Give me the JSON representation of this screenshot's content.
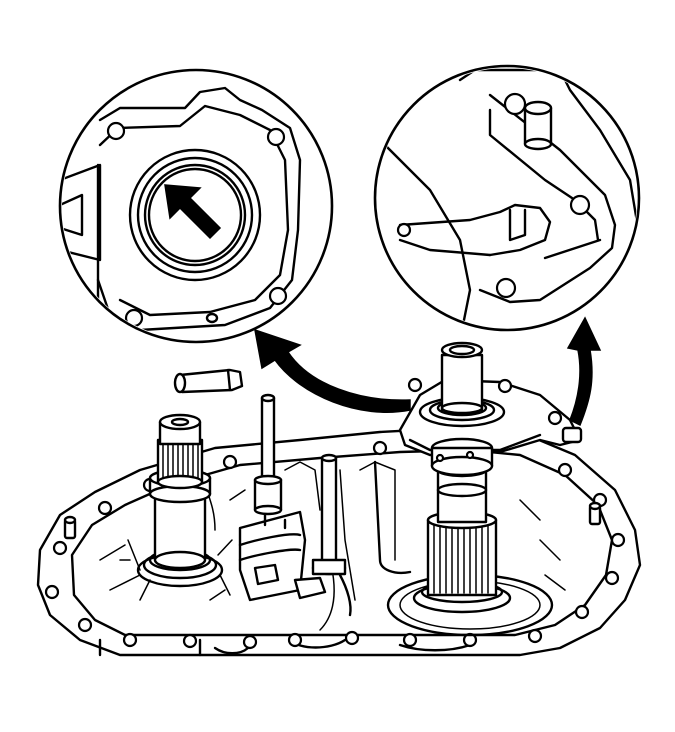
{
  "figure": {
    "alt": "",
    "colors": {
      "line": "#000000",
      "paper": "#ffffff"
    }
  },
  "callouts": [
    {
      "name": "bearing-bore-detail",
      "icon": "zoom-circle"
    },
    {
      "name": "shift-rail-boss-detail",
      "icon": "zoom-circle"
    }
  ],
  "arrows": [
    {
      "name": "pointer-arrow",
      "icon": "bold-arrow-up-left"
    },
    {
      "name": "detail-arrow-left",
      "icon": "curved-arrow"
    },
    {
      "name": "detail-arrow-right",
      "icon": "curved-arrow"
    }
  ]
}
